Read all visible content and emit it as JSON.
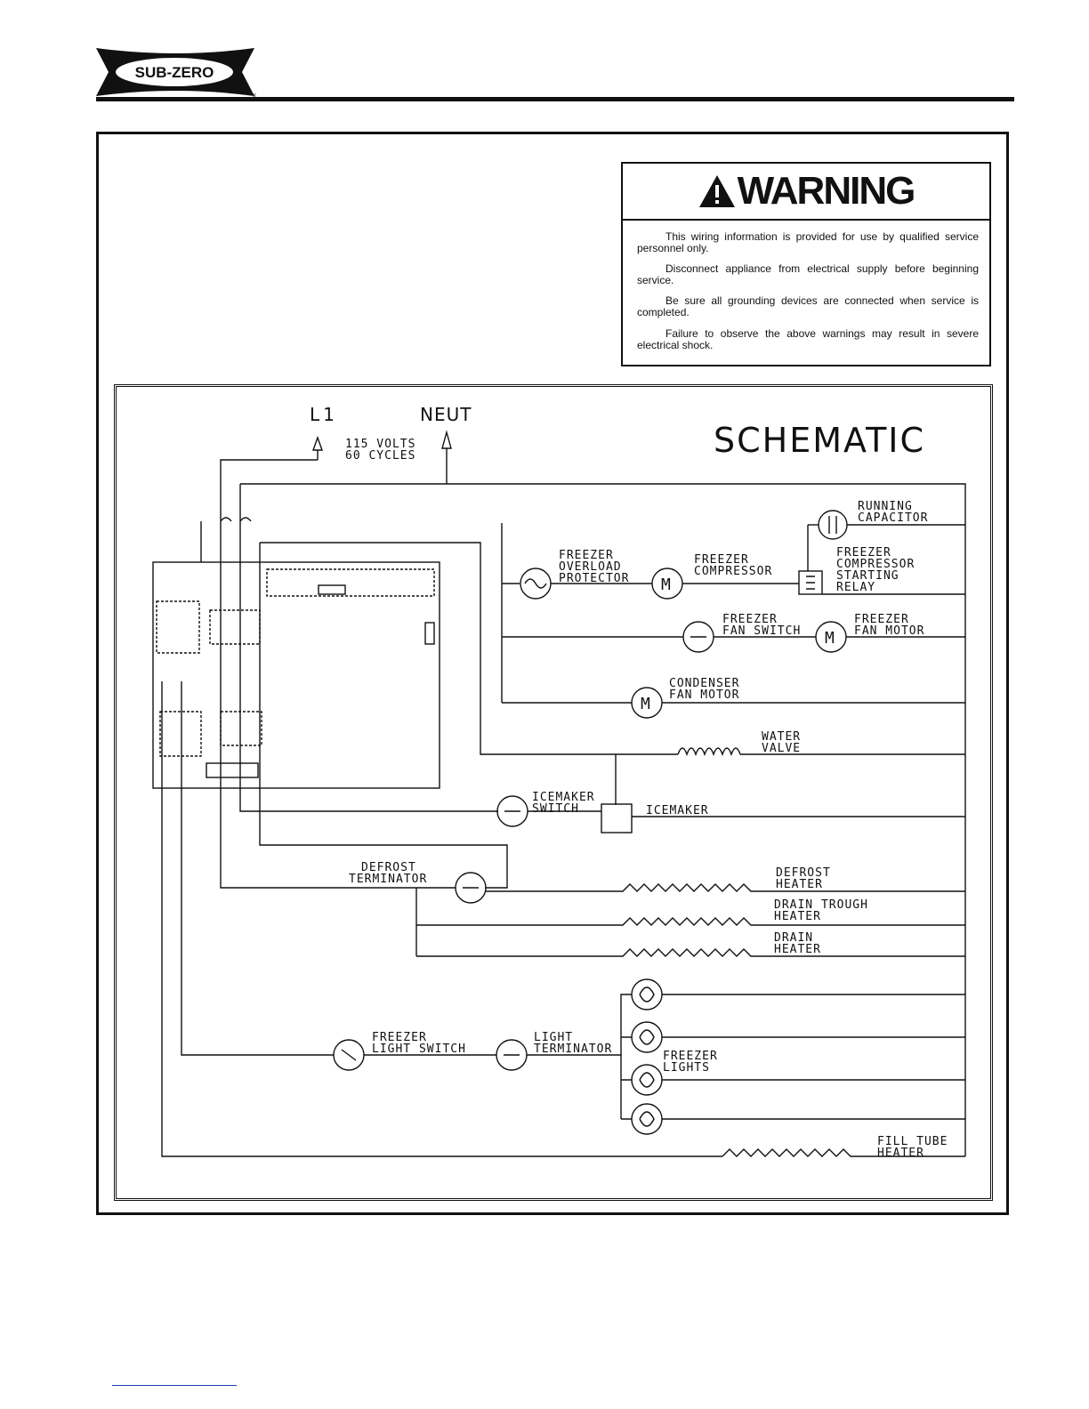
{
  "header": {
    "brand_logo": "SUB-ZERO"
  },
  "warning": {
    "title": "WARNING",
    "paragraphs": [
      "This wiring information is provided for use by qualified service personnel only.",
      "Disconnect appliance from electrical supply before beginning service.",
      "Be sure all grounding devices are connected when service is completed.",
      "Failure to observe the above warnings may result in severe electrical shock."
    ]
  },
  "schematic": {
    "title": "SCHEMATIC",
    "supply": {
      "line": "L1",
      "neutral": "NEUT",
      "volts": "115 VOLTS",
      "cycles": "60 CYCLES"
    },
    "labels": {
      "running_capacitor": [
        "RUNNING",
        "CAPACITOR"
      ],
      "overload_protector": [
        "FREEZER",
        "OVERLOAD",
        "PROTECTOR"
      ],
      "compressor": [
        "FREEZER",
        "COMPRESSOR"
      ],
      "starting_relay": [
        "FREEZER",
        "COMPRESSOR",
        "STARTING",
        "RELAY"
      ],
      "fan_switch": [
        "FREEZER",
        "FAN SWITCH"
      ],
      "fan_motor": [
        "FREEZER",
        "FAN MOTOR"
      ],
      "condenser_fan_motor": [
        "CONDENSER",
        "FAN MOTOR"
      ],
      "water_valve": [
        "WATER",
        "VALVE"
      ],
      "icemaker_switch": [
        "ICEMAKER",
        "SWITCH"
      ],
      "icemaker": "ICEMAKER",
      "defrost_terminator": [
        "DEFROST",
        "TERMINATOR"
      ],
      "defrost_heater": [
        "DEFROST",
        "HEATER"
      ],
      "drain_trough_heater": [
        "DRAIN TROUGH",
        "HEATER"
      ],
      "drain_heater": [
        "DRAIN",
        "HEATER"
      ],
      "light_switch": [
        "FREEZER",
        "LIGHT SWITCH"
      ],
      "light_terminator": [
        "LIGHT",
        "TERMINATOR"
      ],
      "freezer_lights": [
        "FREEZER",
        "LIGHTS"
      ],
      "fill_tube_heater": [
        "FILL TUBE",
        "HEATER"
      ]
    },
    "motor_symbol": "M"
  }
}
